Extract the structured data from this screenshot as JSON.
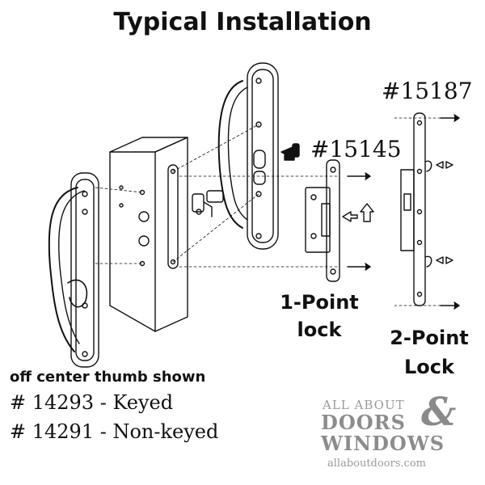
{
  "title": "Typical Installation",
  "labels": {
    "part_15187": "#15187",
    "part_15145": "#15145",
    "one_point_line1": "1-Point",
    "one_point_line2": "lock",
    "two_point_line1": "2-Point",
    "two_point_line2": "Lock",
    "thumb_note": "off center thumb shown",
    "keyed": "# 14293 - Keyed",
    "non_keyed": "# 14291 - Non-keyed"
  },
  "logo": {
    "top": "ALL ABOUT",
    "amp": "&",
    "doors": "DOORS",
    "windows": "WINDOWS",
    "url": "allaboutdoors.com"
  },
  "colors": {
    "ink": "#111111",
    "logo_gray": "#8c8c8c"
  }
}
